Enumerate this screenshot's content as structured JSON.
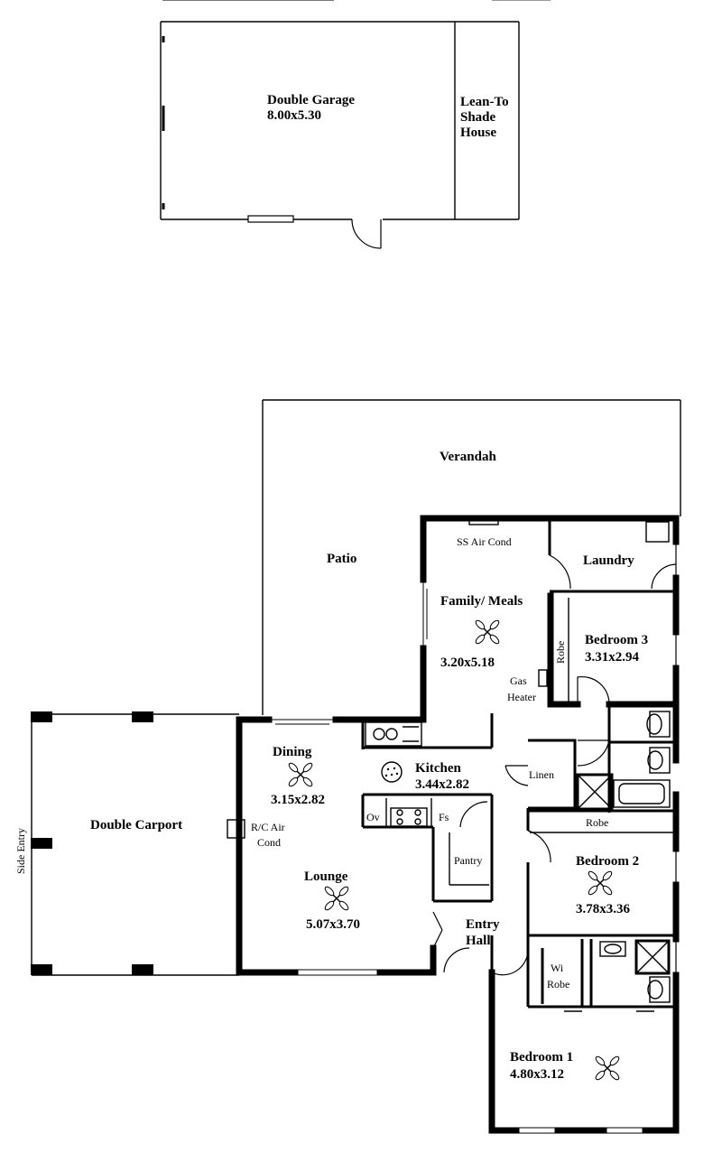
{
  "garage": {
    "title": "Double Garage",
    "size": "8.00x5.30",
    "leanto": [
      "Lean-To",
      "Shade",
      "House"
    ]
  },
  "rooms": {
    "verandah": "Verandah",
    "patio": "Patio",
    "laundry": "Laundry",
    "ss_air_cond": "SS Air Cond",
    "family": {
      "name": "Family/ Meals",
      "size": "3.20x5.18"
    },
    "gas_heater": [
      "Gas",
      "Heater"
    ],
    "bedroom3": {
      "name": "Bedroom 3",
      "size": "3.31x2.94"
    },
    "robe_b3": "Robe",
    "dining": {
      "name": "Dining",
      "size": "3.15x2.82"
    },
    "kitchen": {
      "name": "Kitchen",
      "size": "3.44x2.82"
    },
    "ov": "Ov",
    "fs": "Fs",
    "pantry": "Pantry",
    "linen": "Linen",
    "robe_b2": "Robe",
    "carport": "Double Carport",
    "side_entry": "Side Entry",
    "rc_air_cond": [
      "R/C Air",
      "Cond"
    ],
    "lounge": {
      "name": "Lounge",
      "size": "5.07x3.70"
    },
    "bedroom2": {
      "name": "Bedroom 2",
      "size": "3.78x3.36"
    },
    "entry_hall": [
      "Entry",
      "Hall"
    ],
    "wi_robe": [
      "Wi",
      "Robe"
    ],
    "bedroom1": {
      "name": "Bedroom 1",
      "size": "4.80x3.12"
    }
  }
}
